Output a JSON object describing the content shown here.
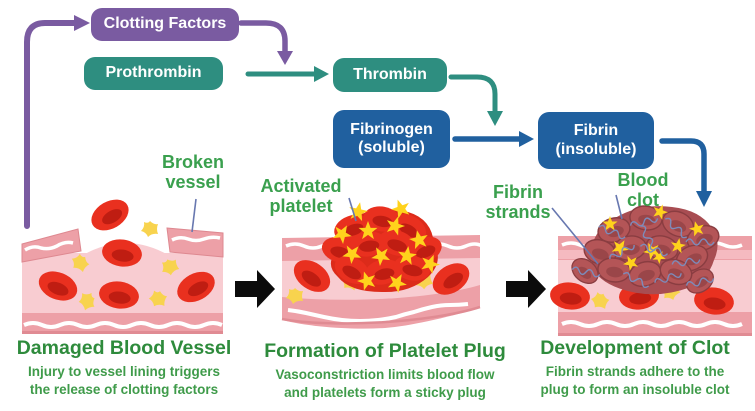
{
  "diagram": {
    "flowchart": {
      "clotting_factors_label": "Clotting Factors",
      "prothrombin_label": "Prothrombin",
      "thrombin_label": "Thrombin",
      "fibrinogen_label": "Fibrinogen\n(soluble)",
      "fibrin_label": "Fibrin\n(insoluble)"
    },
    "annotations": {
      "broken_vessel": "Broken\nvessel",
      "activated_platelet": "Activated\nplatelet",
      "fibrin_strands": "Fibrin\nstrands",
      "blood_clot": "Blood\nclot"
    },
    "stages": [
      {
        "title": "Damaged Blood Vessel",
        "description": "Injury to vessel lining triggers\nthe release of clotting factors"
      },
      {
        "title": "Formation of Platelet Plug",
        "description": "Vasoconstriction limits blood flow\nand platelets form a sticky plug"
      },
      {
        "title": "Development of Clot",
        "description": "Fibrin strands adhere to the\nplug to form an insoluble clot"
      }
    ],
    "colors": {
      "purple_box": "#7a5ba1",
      "teal_box": "#2e8e80",
      "blue_box": "#20609f",
      "green_heading": "#2e8b3c",
      "green_label": "#3aa04e",
      "vessel_wall_pink": "#eda0a7",
      "vessel_lumen_pink": "#f8ccd1",
      "red_blood_cell": "#e9301f",
      "platelet_yellow": "#f8d34e",
      "activated_platelet_yellow": "#ffd21c",
      "clot_cell_red": "#b45557",
      "fibrin_strand_blue": "#7d8bba",
      "step_arrow_black": "#0b0b0b"
    }
  }
}
